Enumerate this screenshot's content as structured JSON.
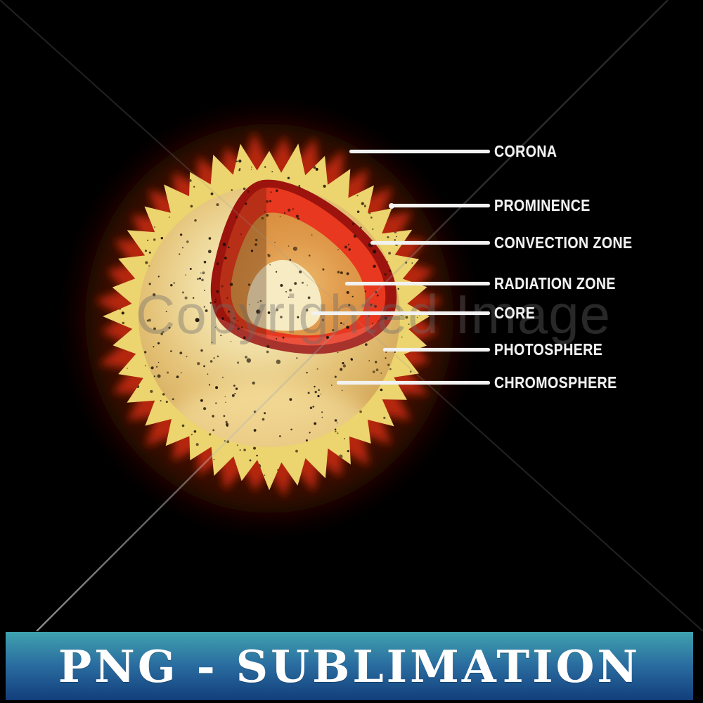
{
  "diagram": {
    "labels": [
      {
        "text": "CORONA"
      },
      {
        "text": "PROMINENCE"
      },
      {
        "text": "CONVECTION ZONE"
      },
      {
        "text": "RADIATION ZONE"
      },
      {
        "text": "CORE"
      },
      {
        "text": "PHOTOSPHERE"
      },
      {
        "text": "CHROMOSPHERE"
      }
    ]
  },
  "watermark": {
    "text": "Copyrighted Image"
  },
  "banner": {
    "text": "PNG - SUBLIMATION"
  },
  "colors": {
    "background": "#000000",
    "spike_yellow": "#ecd46e",
    "notch_red": "#b5250f",
    "glow_dark_red": "#3a0702",
    "ring_red": "#e8381f",
    "wedge_outline": "#9c140d",
    "radiation_orange": "#e09a4c",
    "radiation_orange_light": "#ecb96b",
    "core_cream": "#f6ebc2",
    "sphere_light": "#f9f0d0",
    "sphere_mid": "#f0dda2",
    "sphere_tan": "#e4c277",
    "sphere_edge": "#d4a85a",
    "speckle": "#170d03",
    "label_white": "#f2f2f2",
    "watermark_line": "#9a9a9a",
    "banner_teal_top": "#3fa2ae",
    "banner_blue_mid": "#2a6da0",
    "banner_blue_bottom": "#123e7c"
  }
}
